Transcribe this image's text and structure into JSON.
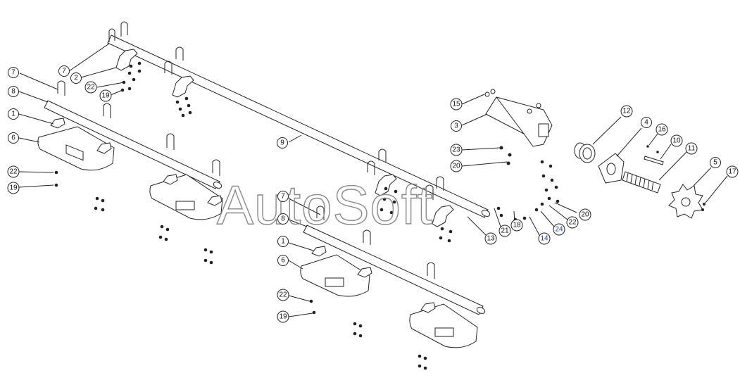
{
  "watermark": "AutoSoft",
  "callouts": [
    {
      "label": "7"
    },
    {
      "label": "2"
    },
    {
      "label": "22"
    },
    {
      "label": "19"
    },
    {
      "label": "7"
    },
    {
      "label": "8"
    },
    {
      "label": "1"
    },
    {
      "label": "6"
    },
    {
      "label": "22"
    },
    {
      "label": "19"
    },
    {
      "label": "9"
    },
    {
      "label": "15"
    },
    {
      "label": "3"
    },
    {
      "label": "23"
    },
    {
      "label": "20"
    },
    {
      "label": "12"
    },
    {
      "label": "4"
    },
    {
      "label": "16"
    },
    {
      "label": "10"
    },
    {
      "label": "11"
    },
    {
      "label": "5"
    },
    {
      "label": "17"
    },
    {
      "label": "20"
    },
    {
      "label": "22"
    },
    {
      "label": "24"
    },
    {
      "label": "14"
    },
    {
      "label": "18"
    },
    {
      "label": "21"
    },
    {
      "label": "13"
    },
    {
      "label": "7"
    },
    {
      "label": "8"
    },
    {
      "label": "1"
    },
    {
      "label": "6"
    },
    {
      "label": "22"
    },
    {
      "label": "19"
    }
  ]
}
